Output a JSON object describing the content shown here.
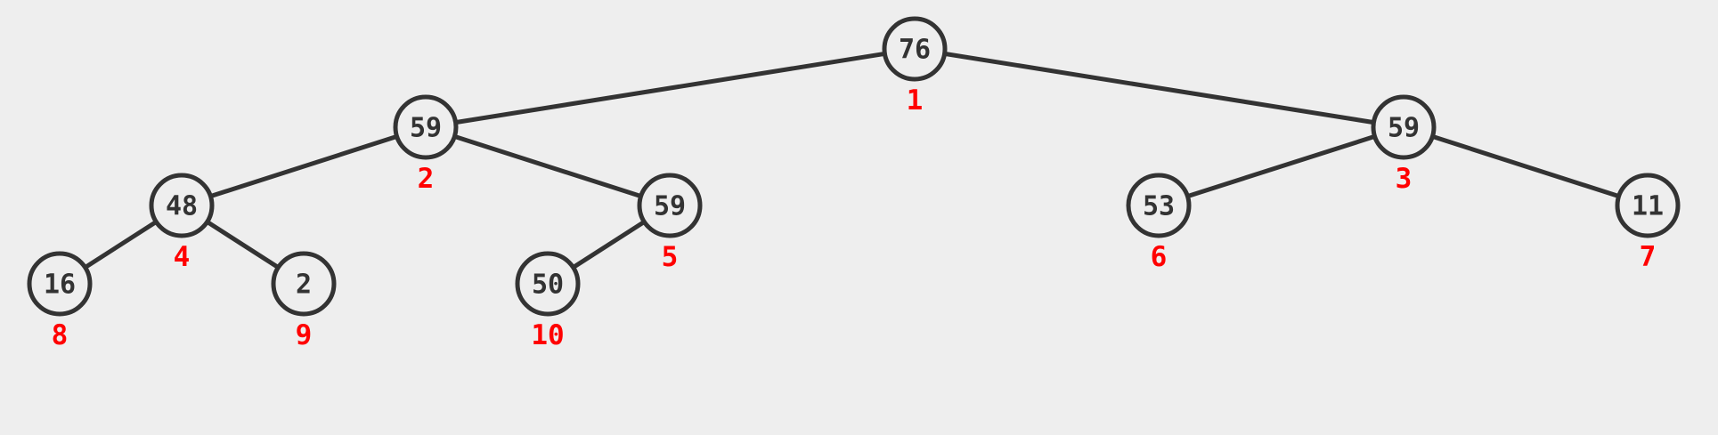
{
  "colors": {
    "background": "#eeeeee",
    "stroke": "#333333",
    "value_text": "#333333",
    "index_text": "#ff0000"
  },
  "tree": {
    "nodes": [
      {
        "id": "n1",
        "value": "76",
        "index": "1"
      },
      {
        "id": "n2",
        "value": "59",
        "index": "2"
      },
      {
        "id": "n3",
        "value": "59",
        "index": "3"
      },
      {
        "id": "n4",
        "value": "48",
        "index": "4"
      },
      {
        "id": "n5",
        "value": "59",
        "index": "5"
      },
      {
        "id": "n6",
        "value": "53",
        "index": "6"
      },
      {
        "id": "n7",
        "value": "11",
        "index": "7"
      },
      {
        "id": "n8",
        "value": "16",
        "index": "8"
      },
      {
        "id": "n9",
        "value": "2",
        "index": "9"
      },
      {
        "id": "n10",
        "value": "50",
        "index": "10"
      }
    ],
    "edges": [
      {
        "from": "n1",
        "to": "n2"
      },
      {
        "from": "n1",
        "to": "n3"
      },
      {
        "from": "n2",
        "to": "n4"
      },
      {
        "from": "n2",
        "to": "n5"
      },
      {
        "from": "n3",
        "to": "n6"
      },
      {
        "from": "n3",
        "to": "n7"
      },
      {
        "from": "n4",
        "to": "n8"
      },
      {
        "from": "n4",
        "to": "n9"
      },
      {
        "from": "n5",
        "to": "n10"
      }
    ]
  }
}
